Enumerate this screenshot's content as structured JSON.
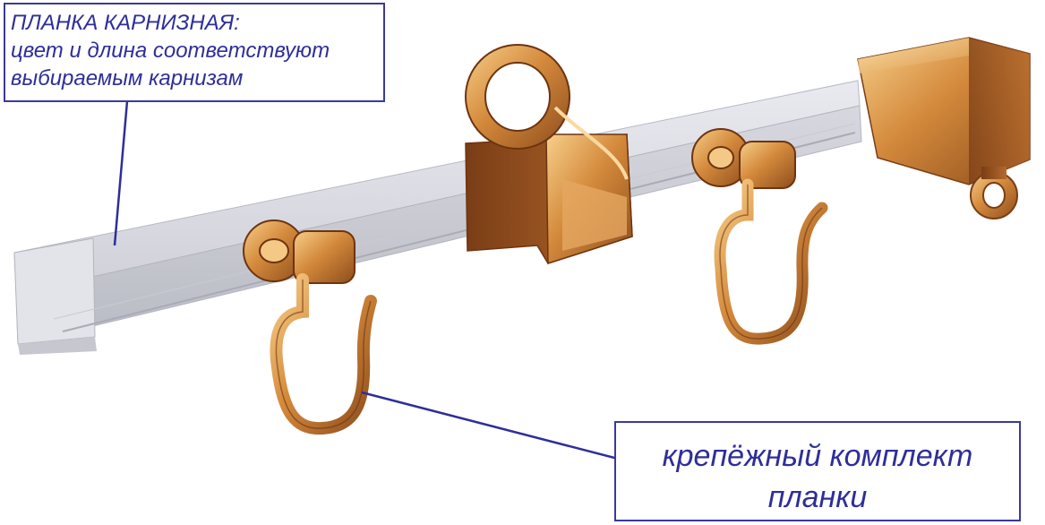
{
  "callouts": {
    "rail": {
      "line1": "ПЛАНКА КАРНИЗНАЯ:",
      "line2": "цвет и длина соответствуют",
      "line3": "выбираемым карнизам"
    },
    "kit": {
      "line1": "крепёжный комплект",
      "line2": "планки"
    }
  },
  "colors": {
    "callout_text": "#2e2e9a",
    "callout_border": "#3a3a9a",
    "rail": "#d5d6dd",
    "brass": "#c7843f"
  }
}
